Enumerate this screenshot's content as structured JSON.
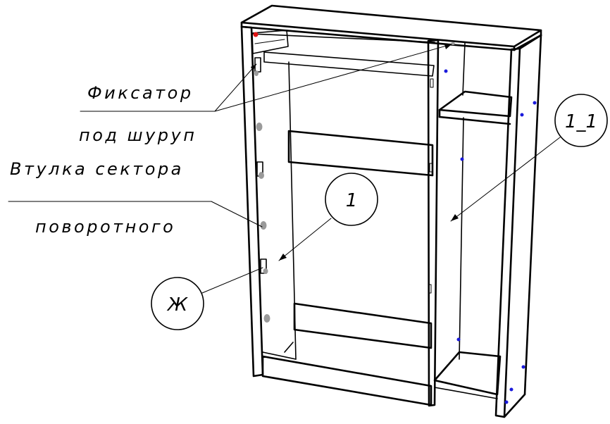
{
  "labels": {
    "fixator_line1": "Фиксатор",
    "fixator_line2": "под шуруп",
    "bushing_line1": "Втулка сектора",
    "bushing_line2": "поворотного"
  },
  "callouts": {
    "part_1": "1",
    "part_1_1": "1_1",
    "view_zh": "Ж"
  },
  "colors": {
    "line": "#000000",
    "background": "#ffffff",
    "bushing_fill": "#9a9a9a",
    "screw_mark_blue": "#1a1adc",
    "screw_mark_red": "#e01515"
  }
}
